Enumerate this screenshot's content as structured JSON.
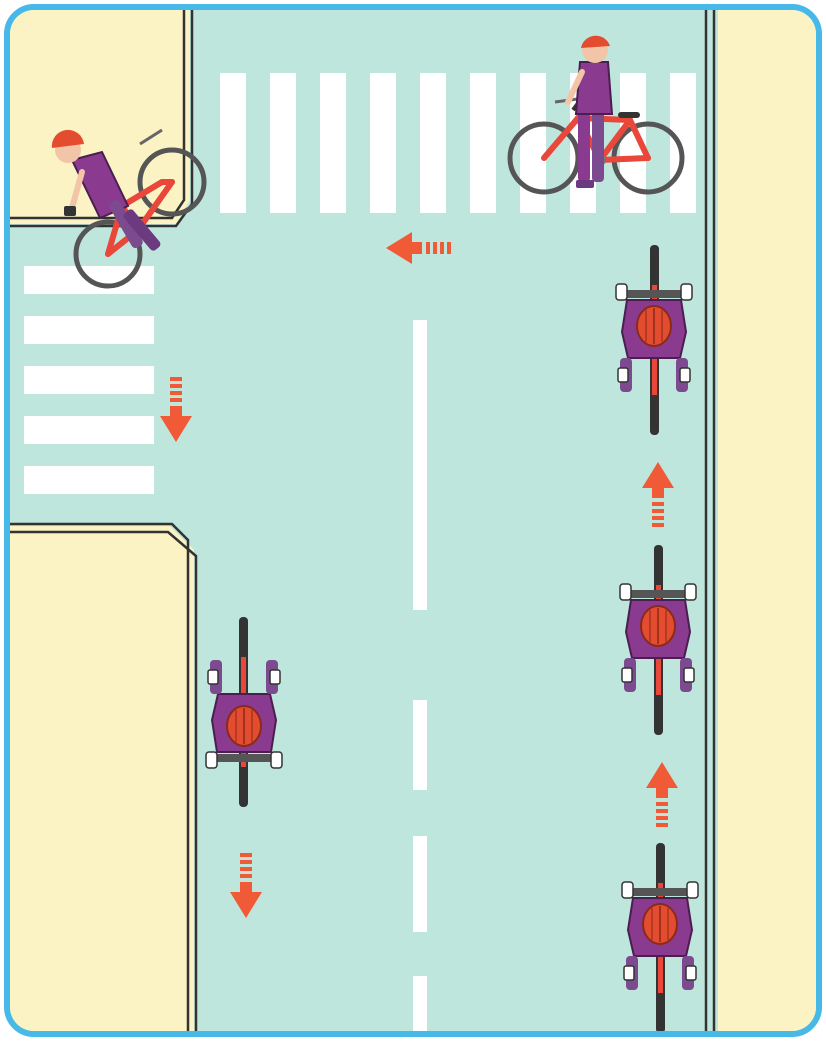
{
  "scene": {
    "kind": "road-intersection-illustration",
    "colors": {
      "frame": "#47b9e9",
      "road": "#bfe6dd",
      "sidewalk": "#fbf3c3",
      "curb": "#333333",
      "marking": "#ffffff",
      "arrow": "#f15a36",
      "jersey": "#8a3a8f",
      "helmet": "#e44c2f",
      "bike_frame": "#e9473a",
      "wheel": "#555555"
    },
    "icons": {
      "cyclist_top": "cyclist-top-view-icon",
      "cyclist_side": "cyclist-side-view-icon",
      "arrow": "direction-arrow-icon"
    },
    "objects": {
      "cyclists_top_view": 4,
      "cyclists_side_view": 2,
      "direction_arrows": 5,
      "crosswalks": 2
    }
  }
}
